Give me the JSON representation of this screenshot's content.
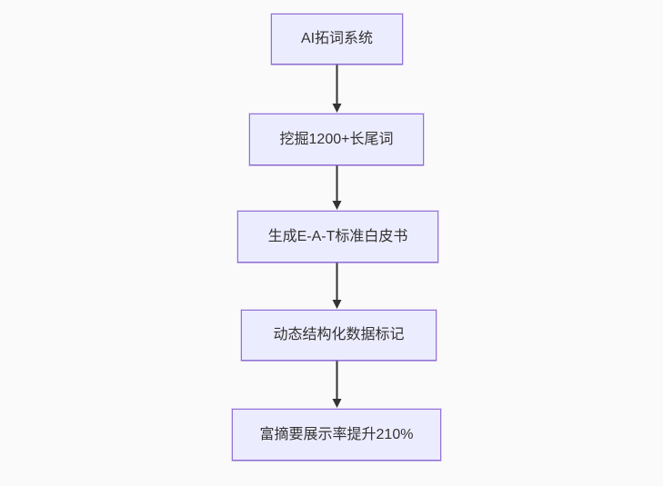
{
  "page": {
    "background": "#fafafa"
  },
  "flowchart": {
    "type": "flowchart",
    "direction": "top-down",
    "style": {
      "node_fill": "#ECECFF",
      "node_border": "#9370DB",
      "arrow_color": "#333333",
      "text_color": "#333333"
    },
    "nodes": [
      {
        "id": "A",
        "label": "AI拓词系统"
      },
      {
        "id": "B",
        "label": "挖掘1200+长尾词"
      },
      {
        "id": "C",
        "label": "生成E-A-T标准白皮书"
      },
      {
        "id": "D",
        "label": "动态结构化数据标记"
      },
      {
        "id": "E",
        "label": "富摘要展示率提升210%"
      }
    ],
    "edges": [
      {
        "from": "A",
        "to": "B"
      },
      {
        "from": "B",
        "to": "C"
      },
      {
        "from": "C",
        "to": "D"
      },
      {
        "from": "D",
        "to": "E"
      }
    ]
  }
}
